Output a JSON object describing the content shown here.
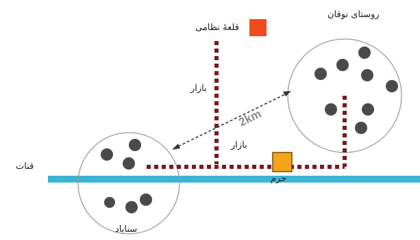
{
  "labels": {
    "nowghan_village": "روستای نوقان",
    "military_fort": "قلعهٔ نظامی",
    "bazaar_vertical": "بازار",
    "bazaar_horizontal": "بازار",
    "distance": "2km",
    "qanat": "قنات",
    "shrine": "حرم",
    "sanabad": "سناباد"
  },
  "colors": {
    "qanat": "#3bb4d6",
    "bazaar_path": "#7a1a1a",
    "fort": "#f04a1f",
    "shrine": "#f2a51a",
    "shrine_border": "#7a4a00",
    "dots": "#4a4a4a",
    "circle_border": "#9a9a9a",
    "distance_arrow": "#333333"
  },
  "icons": {
    "fort": "square-icon",
    "shrine": "square-icon"
  }
}
